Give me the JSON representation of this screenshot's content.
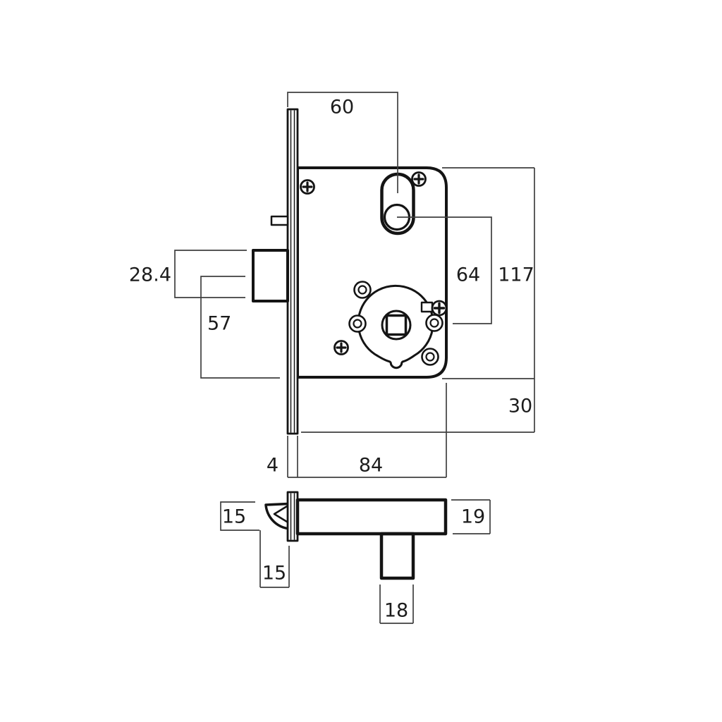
{
  "drawing": {
    "type": "technical-dimension-drawing",
    "subject": "mortise-lock-case",
    "colors": {
      "background": "#ffffff",
      "outline": "#141414",
      "dimension_line": "#3f3f3f",
      "text": "#1c1c1c"
    },
    "views": {
      "front": "front-view",
      "bottom": "bottom-section-view"
    },
    "dimensions": {
      "backset": "60",
      "bolt_height": "28.4",
      "bolt_center_to_case_bottom": "57",
      "cylinder_to_follower": "64",
      "case_height": "117",
      "faceplate_overhang": "30",
      "faceplate_thickness": "4",
      "case_depth": "84",
      "bolt_section_height": "15",
      "bolt_projection": "15",
      "case_thickness": "19",
      "follower_housing_width": "18"
    }
  }
}
